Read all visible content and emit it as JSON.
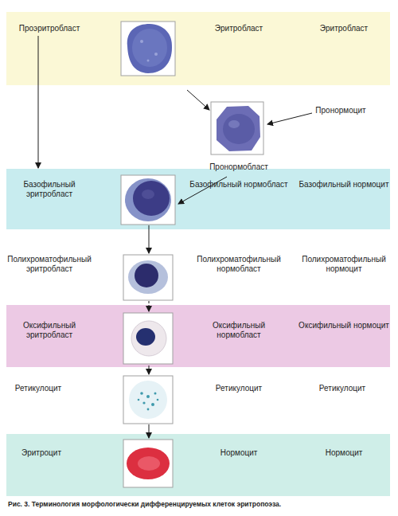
{
  "diagram": {
    "caption": "Рис. 3. Терминология морфологически дифференцируемых клеток эритропоэза.",
    "nodes": [
      {
        "text": [
          "Проэритробласт",
          "Эритробласт",
          "Эритробласт"
        ]
      },
      {
        "text": [
          "Базофильный эритробласт",
          "Базофильный нормобласт",
          "Базофильный нормоцит"
        ]
      },
      {
        "text": [
          "Оксифильный эритробласт",
          "Оксифильный нормобласт",
          "Оксифильный нормоцит"
        ]
      },
      {
        "text": [
          "Эритроцит",
          "Нормоцит",
          "Нормоцит"
        ]
      }
    ],
    "edges": [
      {
        "from": 0,
        "to": 1,
        "arrow": "to"
      }
    ],
    "labels": [
      "Пронормоцит",
      "Пронормобласт",
      "Полихроматофильный эритробласт",
      "Полихроматофильный нормобласт",
      "Полихроматофильный нормоцит",
      "Ретикулоцит",
      "Ретикулоцит",
      "Ретикулоцит"
    ]
  }
}
